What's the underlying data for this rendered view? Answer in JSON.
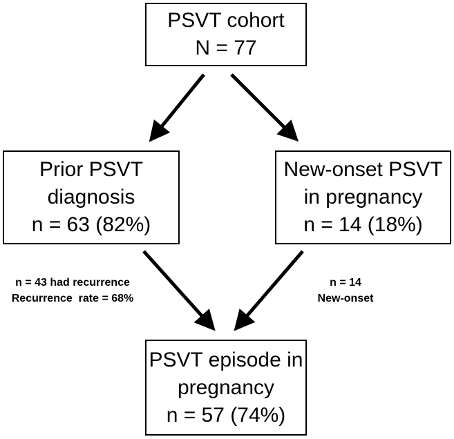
{
  "boxes": {
    "cohort": {
      "line1": "PSVT cohort",
      "line2": "N = 77"
    },
    "prior": {
      "line1": "Prior PSVT",
      "line2": "diagnosis",
      "line3": "n = 63 (82%)"
    },
    "new_onset": {
      "line1": "New-onset PSVT",
      "line2": "in pregnancy",
      "line3": "n = 14 (18%)"
    },
    "episode": {
      "line1": "PSVT episode in",
      "line2": "pregnancy",
      "line3": "n = 57 (74%)"
    }
  },
  "labels": {
    "left": {
      "line1": "n = 43 had recurrence",
      "line2": "Recurrence  rate = 68%"
    },
    "right": {
      "line1": "n = 14",
      "line2": "New-onset"
    }
  }
}
